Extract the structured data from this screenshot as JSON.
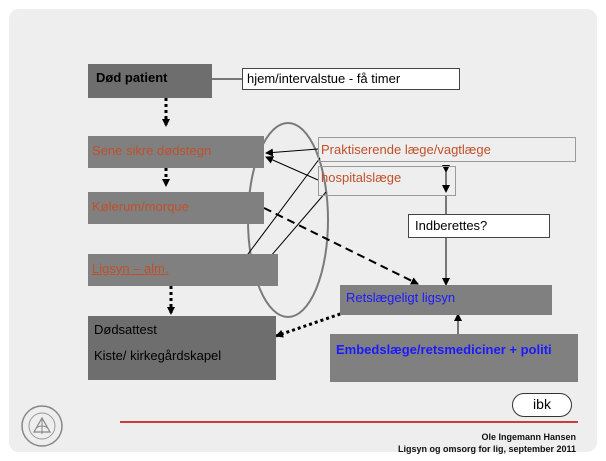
{
  "nodes": {
    "dod_patient": "Død patient",
    "hjem": "hjem/intervalstue - få timer",
    "sene_sikre": "Sene sikre dødstegn",
    "praktiserende": "Praktiserende læge/vagtlæge",
    "hospitalslaege": "hospitalslæge",
    "kolerum": "Kølerum/morque",
    "indberettes": "Indberettes?",
    "ligsyn": "Ligsyn – alm.",
    "retslaegeligt": "Retslægeligt ligsyn",
    "dodsattest": "Dødsattest",
    "kiste": "Kiste/ kirkegårdskapel",
    "embedslaege": "Embedslæge/retsmediciner + politi"
  },
  "footer": {
    "badge": "ibk",
    "author": "Ole Ingemann Hansen",
    "subtitle": "Ligsyn og omsorg for lig, september 2011"
  },
  "colors": {
    "dark_box": "#6e6e6e",
    "rust_text": "#c0502a",
    "blue_text": "#1a1aff",
    "bold_blue": "#1a1aff",
    "accent_line": "#c00000"
  }
}
